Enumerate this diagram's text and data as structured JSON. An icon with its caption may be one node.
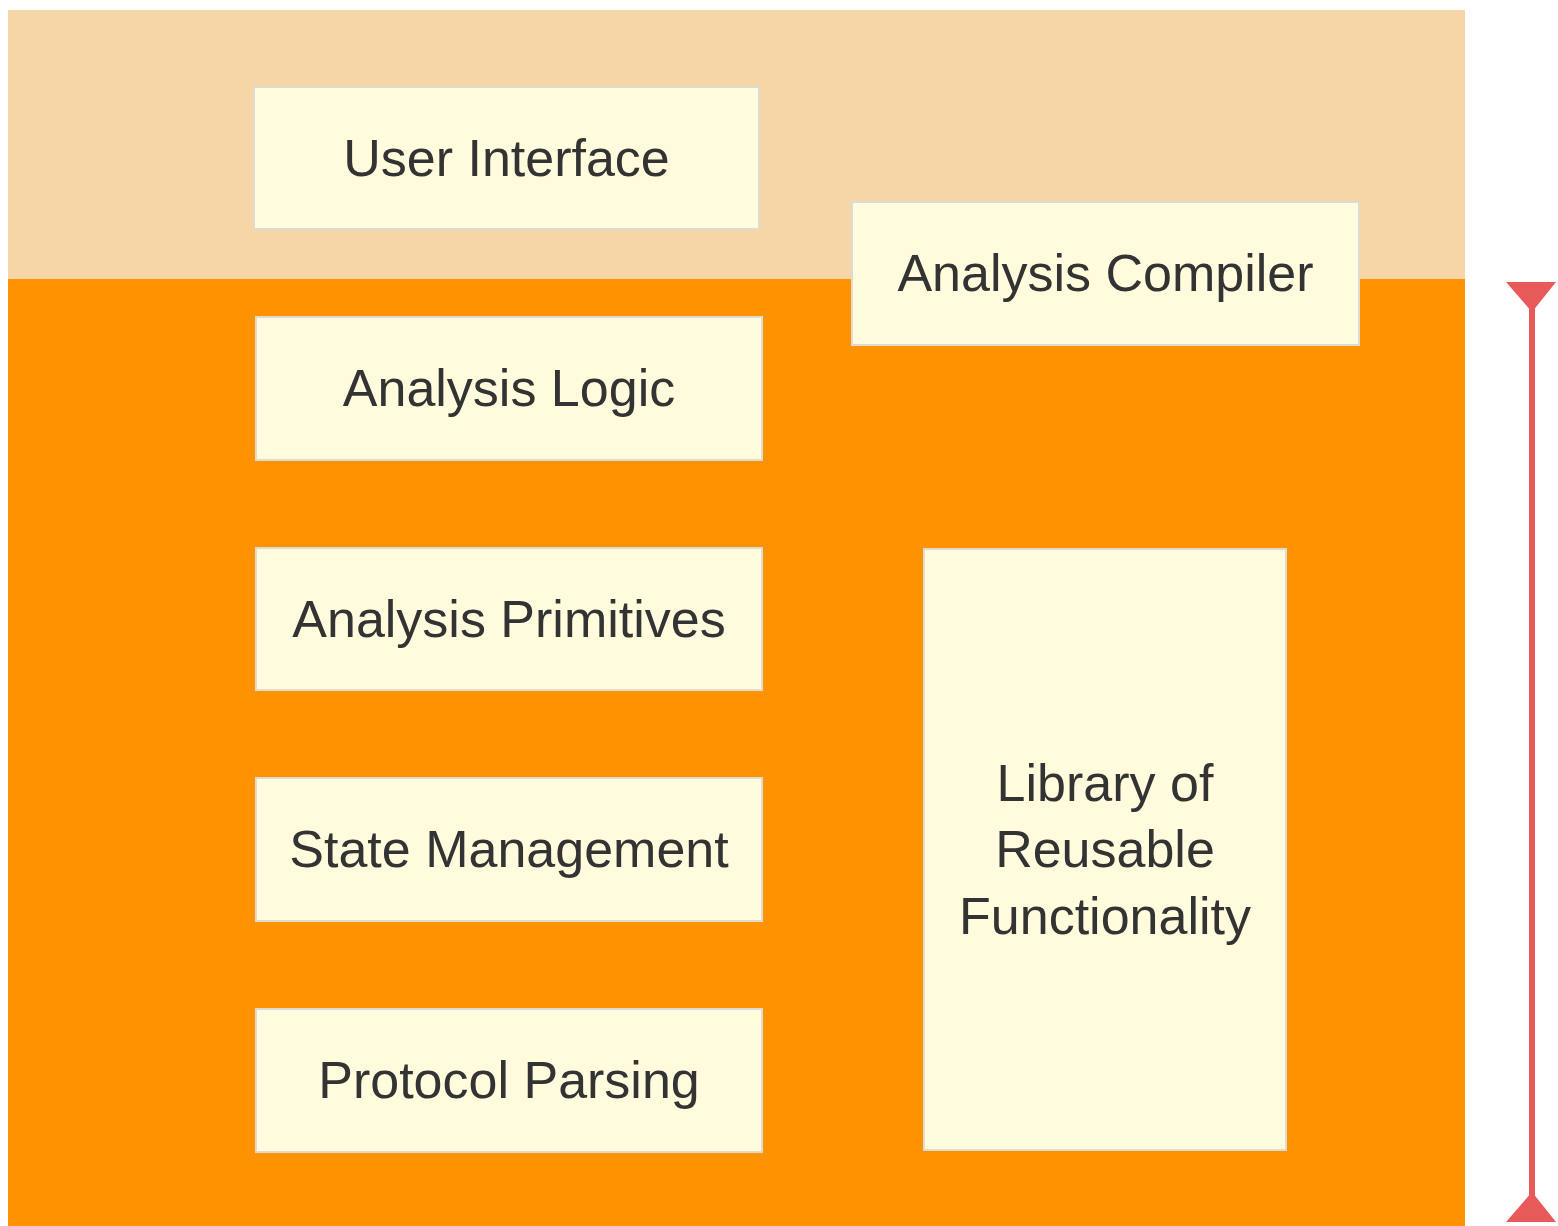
{
  "diagram": {
    "nodes": [
      {
        "text": [],
        "shape": "box"
      },
      {
        "text": [
          "User Interface"
        ],
        "in": 0
      },
      {
        "text": [
          "Analysis Compiler"
        ]
      },
      {
        "text": [],
        "shape": "box"
      },
      {
        "text": [
          "Analysis Logic"
        ],
        "in": 3
      },
      {
        "text": [
          "Analysis Primitives"
        ],
        "in": 3
      },
      {
        "text": [
          "State Management"
        ],
        "in": 3
      },
      {
        "text": [
          "Protocol Parsing"
        ],
        "in": 3
      },
      {
        "text": [
          "Library of Reusable Functionality"
        ],
        "in": 3
      }
    ]
  }
}
